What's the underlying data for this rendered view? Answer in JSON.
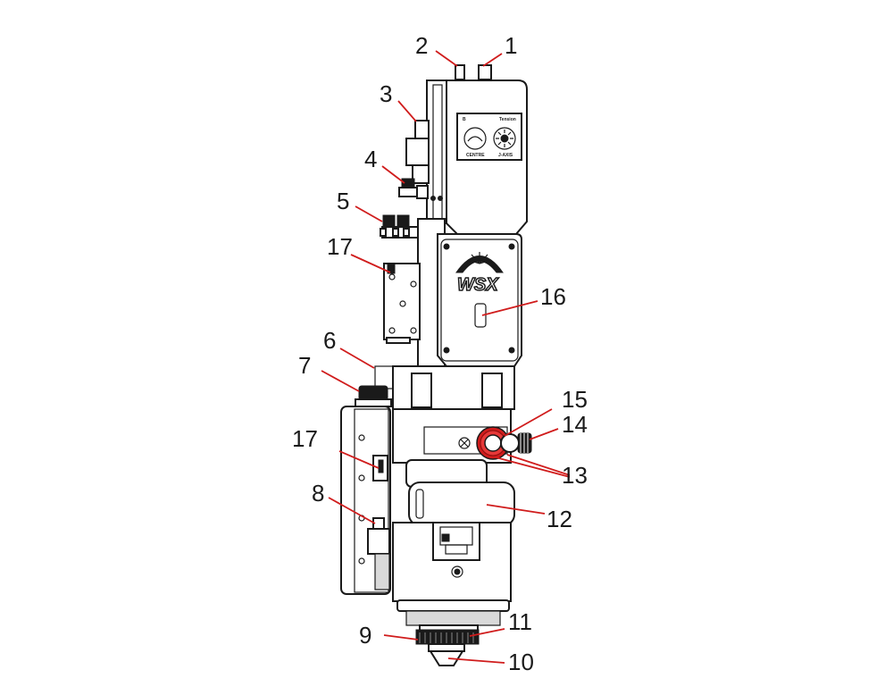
{
  "panel": {
    "top_left": "B",
    "top_right": "Tension",
    "bottom_left": "CENTRE",
    "bottom_right": "J-AXIS"
  },
  "logo_text": "WSX",
  "callouts": [
    {
      "id": "c1",
      "label": "1"
    },
    {
      "id": "c2",
      "label": "2"
    },
    {
      "id": "c3",
      "label": "3"
    },
    {
      "id": "c4",
      "label": "4"
    },
    {
      "id": "c5",
      "label": "5"
    },
    {
      "id": "c6",
      "label": "6"
    },
    {
      "id": "c7",
      "label": "7"
    },
    {
      "id": "c8",
      "label": "8"
    },
    {
      "id": "c9",
      "label": "9"
    },
    {
      "id": "c10",
      "label": "10"
    },
    {
      "id": "c11",
      "label": "11"
    },
    {
      "id": "c12",
      "label": "12"
    },
    {
      "id": "c13",
      "label": "13"
    },
    {
      "id": "c14",
      "label": "14"
    },
    {
      "id": "c15",
      "label": "15"
    },
    {
      "id": "c16",
      "label": "16"
    },
    {
      "id": "c17a",
      "label": "17"
    },
    {
      "id": "c17b",
      "label": "17"
    }
  ],
  "colors": {
    "leader": "#d01c1c",
    "knob": "#d01c1c",
    "line": "#1a1a1a"
  }
}
